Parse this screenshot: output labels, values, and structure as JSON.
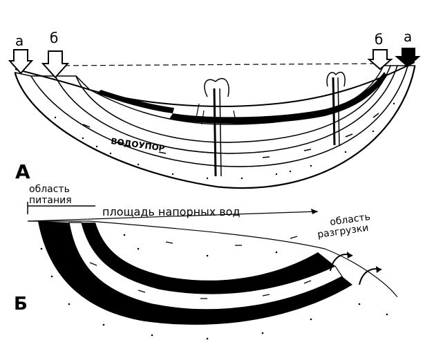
{
  "diagram": {
    "panel_a": {
      "label": "А",
      "marker_a_left": "а",
      "marker_b_left": "б",
      "marker_b_right": "б",
      "marker_a_right": "а",
      "aquiclude_label": "ВОДОУПОР"
    },
    "panel_b": {
      "label": "Б",
      "recharge_area_line1": "область",
      "recharge_area_line2": "питания",
      "pressure_water_area": "площадь напорных вод",
      "discharge_area_line1": "область",
      "discharge_area_line2": "разгрузки"
    },
    "colors": {
      "ink": "#000000",
      "paper": "#ffffff"
    }
  }
}
